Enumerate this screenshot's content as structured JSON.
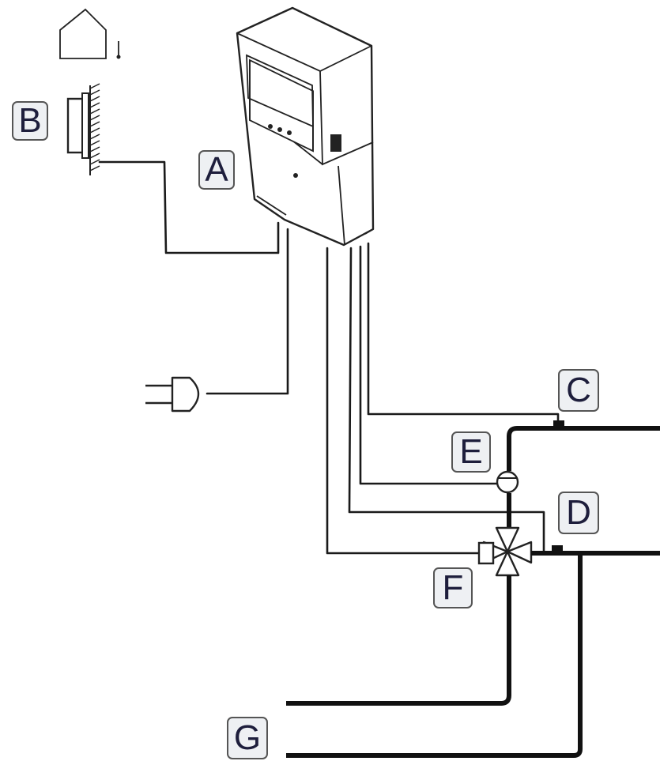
{
  "labels": {
    "a": "A",
    "b": "B",
    "c": "C",
    "d": "D",
    "e": "E",
    "f": "F",
    "g": "G"
  },
  "icons": {
    "house": "house-icon",
    "outdoor_sensor": "wall-sensor-icon",
    "plug": "plug-icon",
    "pump": "pump-icon",
    "mixing_valve": "mixing-valve-icon",
    "controller": "controller-icon"
  }
}
